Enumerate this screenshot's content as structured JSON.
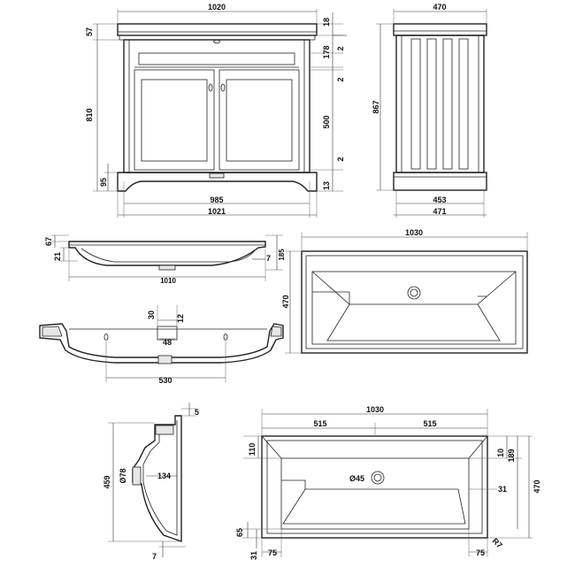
{
  "front_view": {
    "width_top": "1020",
    "width_plinth": "985",
    "width_overall": "1021",
    "top_height": "57",
    "body_height": "810",
    "plinth_height": "95",
    "basin_lip": "18",
    "drawer_height": "178",
    "gap_1": "2",
    "gap_2": "2",
    "door_height": "500",
    "gap_3": "2",
    "base_height": "13"
  },
  "side_view": {
    "depth_top": "470",
    "height": "867",
    "depth_mid": "453",
    "depth_bottom": "471"
  },
  "basin_section": {
    "lip": "67",
    "rim": "21",
    "width": "1010",
    "bowl_gap": "7",
    "depth": "185"
  },
  "basin_plan": {
    "width": "1030",
    "depth": "470"
  },
  "basin_underside": {
    "waste_offset": "30",
    "waste_gap": "12",
    "waste_width": "48",
    "span": "530"
  },
  "basin_profile": {
    "top": "5",
    "overflow_dia": "Ø78",
    "waste_depth": "134",
    "height": "459",
    "bottom": "7"
  },
  "basin_top": {
    "width": "1030",
    "half_left": "515",
    "half_right": "515",
    "back_offset": "110",
    "waste_dia": "Ø45",
    "rim_top": "10",
    "bowl_depth": "189",
    "side_rim": "31",
    "depth": "470",
    "front_rim": "65",
    "front_edge": "31",
    "corner_left": "75",
    "corner_right": "75",
    "radius": "R7"
  }
}
